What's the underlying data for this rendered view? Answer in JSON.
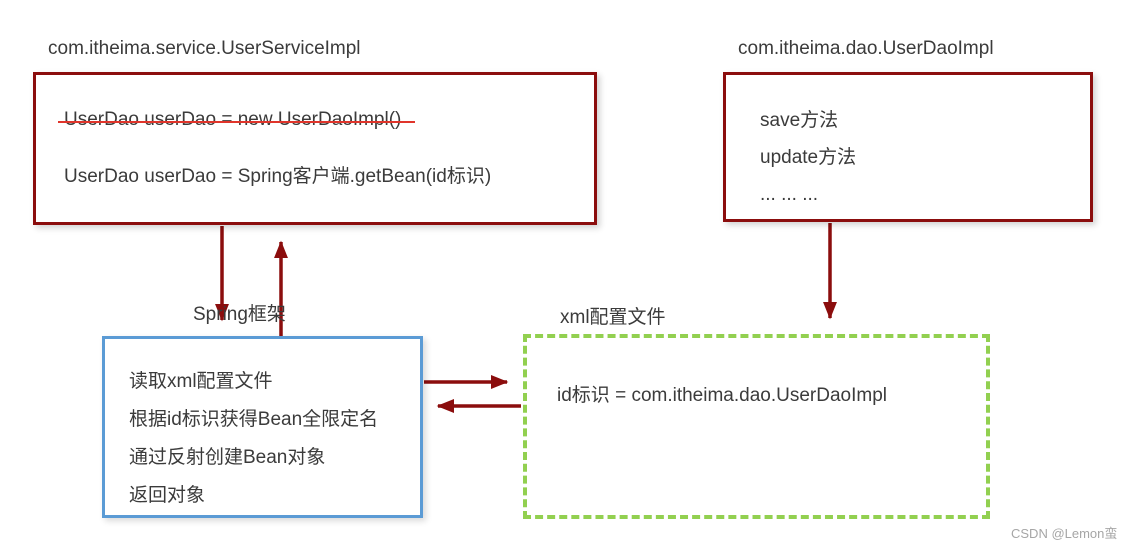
{
  "diagram": {
    "service_box": {
      "label": "com.itheima.service.UserServiceImpl",
      "old_line": "UserDao userDao = new UserDaoImpl()",
      "new_line": "UserDao userDao = Spring客户端.getBean(id标识)"
    },
    "dao_box": {
      "label": "com.itheima.dao.UserDaoImpl",
      "lines": [
        "save方法",
        "update方法",
        "... ... ..."
      ]
    },
    "spring_box": {
      "label": "Spring框架",
      "lines": [
        "读取xml配置文件",
        "根据id标识获得Bean全限定名",
        "通过反射创建Bean对象",
        "返回对象"
      ]
    },
    "xml_box": {
      "label": "xml配置文件",
      "line": "id标识 = com.itheima.dao.UserDaoImpl"
    },
    "colors": {
      "class_box_border": "#8b0d0d",
      "arrow": "#8b0d0d",
      "spring_box_border": "#5b9bd5",
      "xml_box_border": "#92d050",
      "strikethrough": "#e0352b",
      "text": "#3b3b3b"
    }
  },
  "watermark": "CSDN @Lemon蛮"
}
